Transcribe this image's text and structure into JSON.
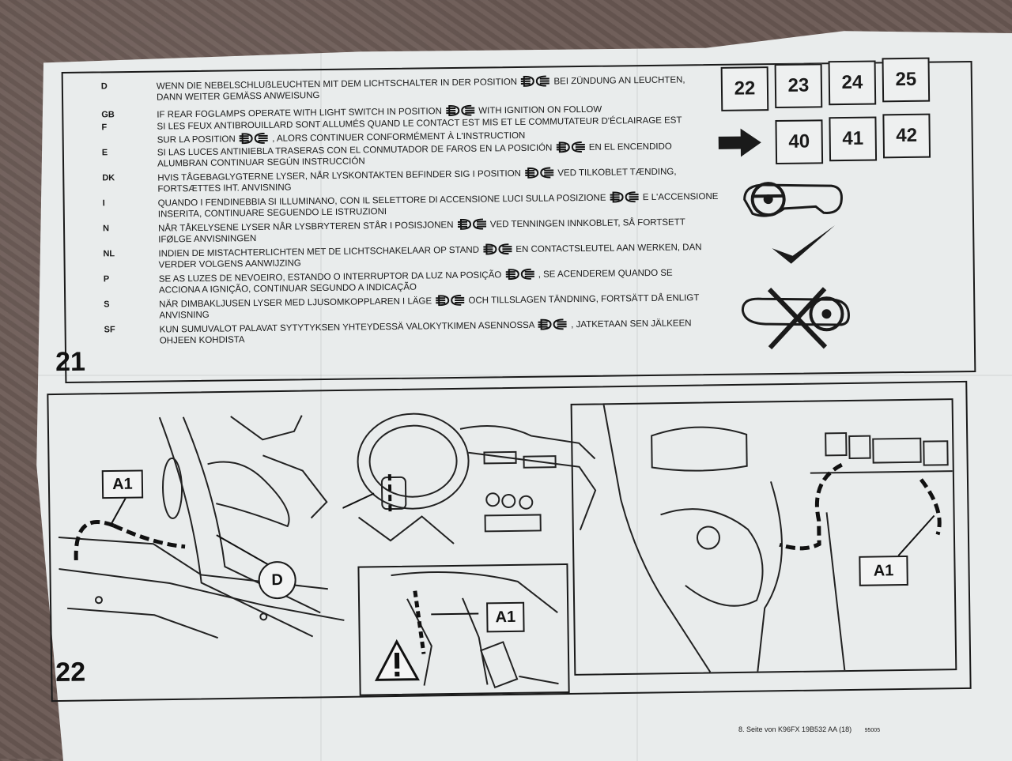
{
  "panel21": {
    "number": "21",
    "rows": [
      {
        "code": "D",
        "pre": "WENN DIE NEBELSCHLUẞLEUCHTEN MIT DEM LICHTSCHALTER IN DER POSITION",
        "post": "BEI ZÜNDUNG AN LEUCHTEN,",
        "line2": "DANN WEITER GEMÄSS ANWEISUNG"
      },
      {
        "code": "GB",
        "pre": "IF REAR FOGLAMPS OPERATE WITH LIGHT SWITCH IN  POSITION",
        "post": "WITH IGNITION ON FOLLOW",
        "line2": ""
      },
      {
        "code": "F",
        "pre": "SI LES FEUX ANTIBROUILLARD SONT ALLUMÉS QUAND LE CONTACT EST MIS ET LE COMMUTATEUR D'ÉCLAIRAGE EST",
        "post": "",
        "line2": ""
      },
      {
        "code": "",
        "pre": "SUR LA POSITION",
        "post": ", ALORS CONTINUER CONFORMÉMENT À L'INSTRUCTION",
        "line2": ""
      },
      {
        "code": "E",
        "pre": "SI LAS LUCES ANTINIEBLA TRASERAS CON EL CONMUTADOR DE FAROS EN LA POSICIÓN",
        "post": "EN EL ENCENDIDO",
        "line2": "ALUMBRAN CONTINUAR SEGÚN INSTRUCCIÓN"
      },
      {
        "code": "DK",
        "pre": "HVIS TÅGEBAGLYGTERNE LYSER, NÅR LYSKONTAKTEN BEFINDER SIG I POSITION",
        "post": "VED TILKOBLET TÆNDING,",
        "line2": "FORTSÆTTES IHT. ANVISNING"
      },
      {
        "code": "I",
        "pre": "QUANDO I FENDINEBBIA SI ILLUMINANO, CON IL SELETTORE DI ACCENSIONE LUCI SULLA POSIZIONE",
        "post": "E L'ACCENSIONE",
        "line2": "INSERITA, CONTINUARE SEGUENDO LE ISTRUZIONI"
      },
      {
        "code": "N",
        "pre": "NÅR TÅKELYSENE LYSER NÅR LYSBRYTEREN STÅR I POSISJONEN",
        "post": "VED TENNINGEN INNKOBLET, SÅ FORTSETT",
        "line2": "IFØLGE ANVISNINGEN"
      },
      {
        "code": "NL",
        "pre": "INDIEN DE MISTACHTERLICHTEN MET DE LICHTSCHAKELAAR OP STAND",
        "post": "EN CONTACTSLEUTEL AAN WERKEN, DAN",
        "line2": "VERDER VOLGENS AANWIJZING"
      },
      {
        "code": "P",
        "pre": "SE AS LUZES DE NEVOEIRO, ESTANDO O INTERRUPTOR DA LUZ NA POSIÇÃO",
        "post": ", SE ACENDEREM QUANDO SE",
        "line2": "ACCIONA A IGNIÇÃO, CONTINUAR SEGUNDO A INDICAÇÃO"
      },
      {
        "code": "S",
        "pre": "NÄR DIMBAKLJUSEN LYSER MED LJUSOMKOPPLAREN I LÄGE",
        "post": "OCH TILLSLAGEN TÄNDNING, FORTSÄTT DÅ ENLIGT",
        "line2": "ANVISNING"
      },
      {
        "code": "SF",
        "pre": "KUN SUMUVALOT PALAVAT SYTYTYKSEN YHTEYDESSÄ VALOKYTKIMEN ASENNOSSA",
        "post": ", JATKETAAN SEN JÄLKEEN",
        "line2": "OHJEEN KOHDISTA"
      }
    ],
    "nav_row1": [
      "22",
      "23",
      "24",
      "25"
    ],
    "nav_row2": [
      "40",
      "41",
      "42"
    ]
  },
  "panel22": {
    "number": "22",
    "callouts": [
      "A1",
      "D",
      "A1",
      "A1"
    ]
  },
  "footer": {
    "text": "8. Seite von K96FX 19B532 AA   (18)",
    "code": "95005"
  },
  "icons": [
    "fog-lamp-symbol-icon",
    "arrow-right-icon",
    "steering-wheel-icon",
    "check-mark-icon",
    "cross-mark-icon",
    "warning-triangle-icon"
  ]
}
